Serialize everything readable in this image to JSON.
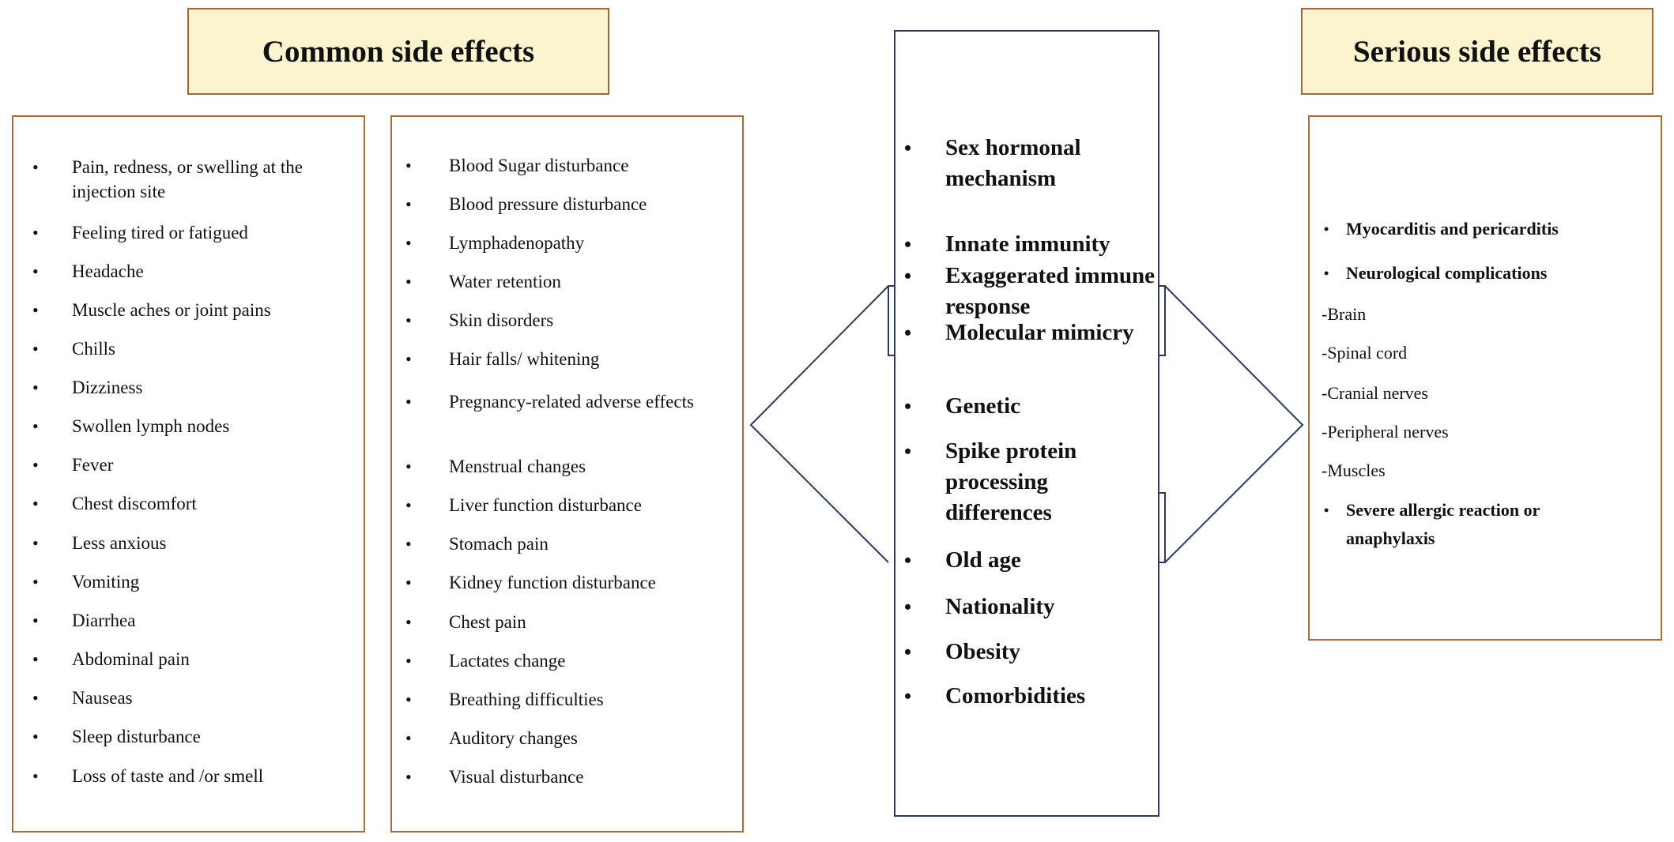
{
  "common_title": "Common side effects",
  "serious_title": "Serious side effects",
  "common_col1": [
    "Pain, redness, or swelling at the injection site",
    "Feeling tired or fatigued",
    "Headache",
    "Muscle aches or joint pains",
    "Chills",
    "Dizziness",
    "Swollen lymph nodes",
    "Fever",
    "Chest discomfort",
    "Less anxious",
    "Vomiting",
    "Diarrhea",
    "Abdominal pain",
    "Nauseas",
    "Sleep disturbance",
    "Loss of taste and /or smell"
  ],
  "common_col2": [
    "Blood Sugar disturbance",
    "Blood pressure disturbance",
    "Lymphadenopathy",
    "Water retention",
    "Skin disorders",
    "Hair falls/ whitening",
    "Pregnancy-related adverse effects",
    "Menstrual changes",
    "Liver function disturbance",
    "Stomach pain",
    "Kidney function disturbance",
    "Chest pain",
    "Lactates change",
    "Breathing difficulties",
    "Auditory changes",
    "Visual disturbance"
  ],
  "factors": [
    "Sex hormonal mechanism",
    "Innate immunity",
    "Exaggerated immune response",
    "Molecular mimicry",
    "Genetic",
    "Spike protein processing differences",
    "Old age",
    "Nationality",
    "Obesity",
    "Comorbidities"
  ],
  "serious": [
    {
      "text": "Myocarditis and pericarditis",
      "bullet": true
    },
    {
      "text": "Neurological complications",
      "bullet": true
    },
    {
      "text": "-Brain",
      "bullet": false
    },
    {
      "text": "-Spinal cord",
      "bullet": false
    },
    {
      "text": "-Cranial nerves",
      "bullet": false
    },
    {
      "text": "-Peripheral nerves",
      "bullet": false
    },
    {
      "text": "-Muscles",
      "bullet": false
    },
    {
      "text": "Severe allergic reaction or anaphylaxis",
      "bullet": true
    }
  ],
  "bullet_glyph": "•",
  "colors": {
    "title_fill": "#fcf3cf",
    "panel_border": "#b06a3b",
    "center_border": "#2d3a5e"
  }
}
